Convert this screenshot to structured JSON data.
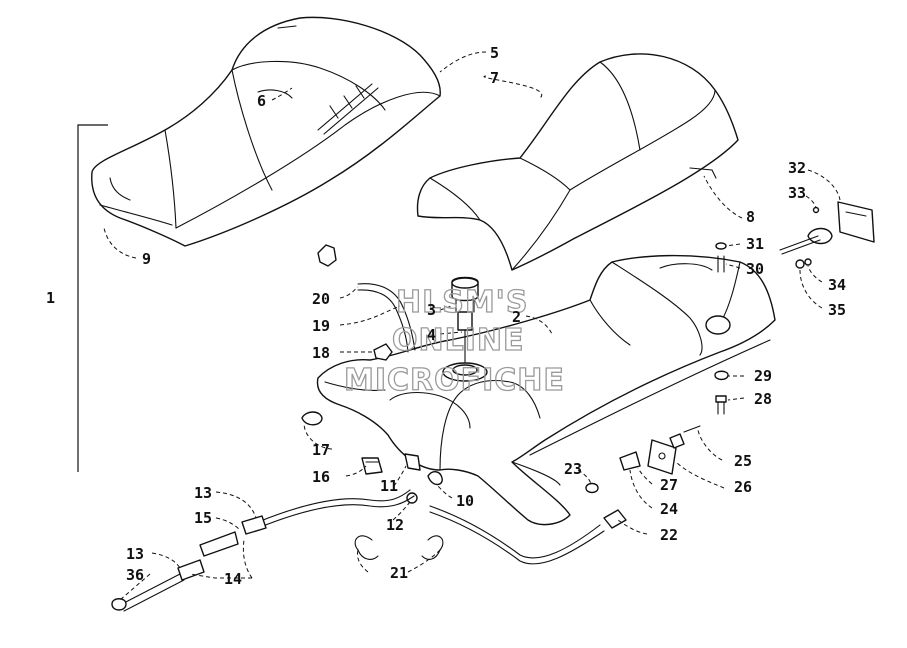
{
  "callouts": {
    "c1": "1",
    "c2": "2",
    "c3": "3",
    "c4": "4",
    "c5": "5",
    "c6": "6",
    "c7": "7",
    "c8": "8",
    "c9": "9",
    "c10": "10",
    "c11": "11",
    "c12": "12",
    "c13a": "13",
    "c13b": "13",
    "c14": "14",
    "c15": "15",
    "c16": "16",
    "c17": "17",
    "c18": "18",
    "c19": "19",
    "c20": "20",
    "c21": "21",
    "c22": "22",
    "c23": "23",
    "c24": "24",
    "c25": "25",
    "c26": "26",
    "c27": "27",
    "c28": "28",
    "c29": "29",
    "c30": "30",
    "c31": "31",
    "c32": "32",
    "c33": "33",
    "c34": "34",
    "c35": "35",
    "c36": "36"
  },
  "watermark": {
    "line1": "HLSM'S",
    "line2": "ONLINE",
    "line3": "MICROFICHE"
  }
}
